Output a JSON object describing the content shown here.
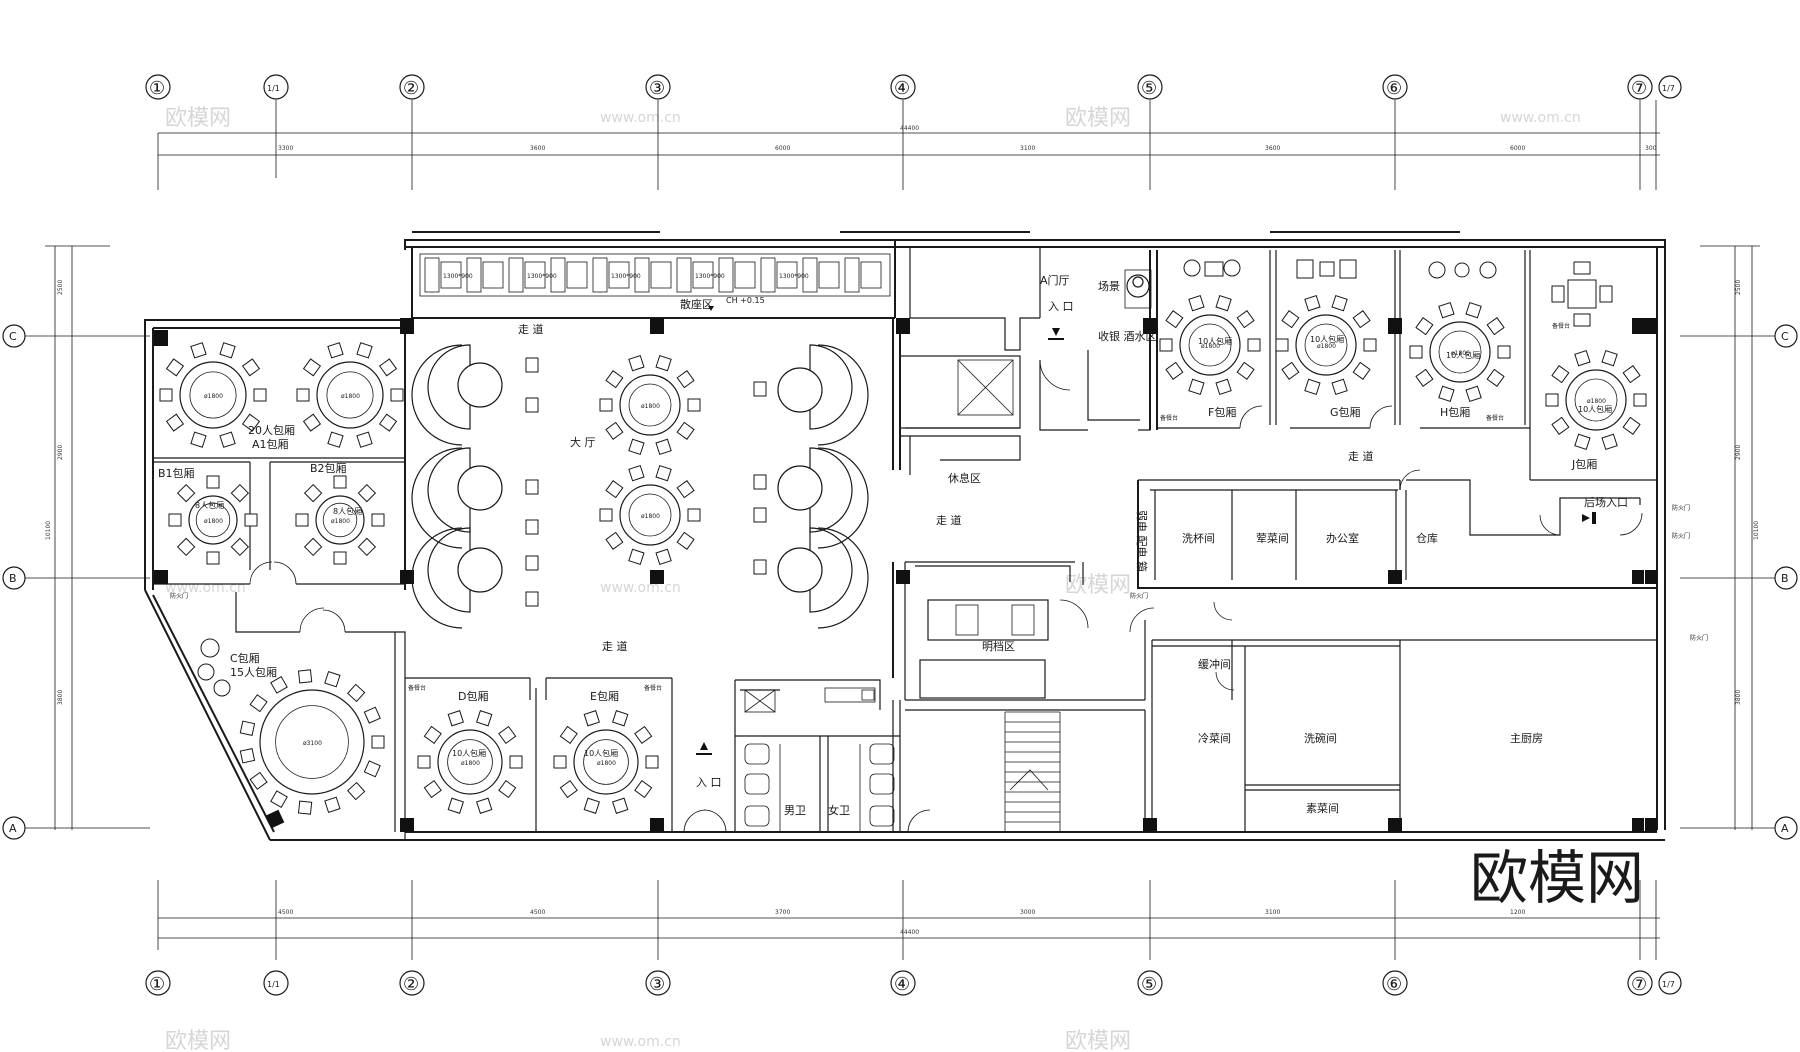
{
  "grid": {
    "columns": [
      "①",
      "1/1",
      "②",
      "③",
      "④",
      "⑤",
      "⑥",
      "⑦",
      "1/7"
    ],
    "rows": [
      "C",
      "B",
      "A"
    ]
  },
  "dimensions": {
    "top_total": "44400",
    "top_spans": [
      "3300",
      "3600",
      "6000",
      "3100",
      "3600",
      "6000",
      "300"
    ],
    "bottom_total": "44400",
    "bottom_spans": [
      "4500",
      "4500",
      "3700",
      "3000",
      "3100",
      "1200"
    ],
    "left_spans": [
      "2500",
      "2900",
      "3800"
    ],
    "left_total": "10100",
    "right_spans": [
      "2500",
      "2900",
      "3800"
    ],
    "right_total": "10100"
  },
  "rooms": {
    "a1": "20人包厢",
    "a1_sub": "A1包厢",
    "b1": "B1包厢",
    "b1_cap": "8人包厢",
    "b2": "B2包厢",
    "b2_cap": "8人包厢",
    "c": "C包厢",
    "c_cap": "15人包厢",
    "d": "D包厢",
    "d_cap": "10人包厢",
    "e": "E包厢",
    "e_cap": "10人包厢",
    "f": "F包厢",
    "f_cap": "10人包厢",
    "g": "G包厢",
    "g_cap": "10人包厢",
    "h": "H包厢",
    "h_cap": "10人包厢",
    "j": "J包厢",
    "j_cap": "10人包厢",
    "hall": "大 厅",
    "booth": "散座区",
    "corridor": "走 道",
    "lobby_a": "A门厅",
    "entrance": "入 口",
    "scene": "场景",
    "cashier": "收银 酒水区",
    "rest": "休息区",
    "elec": "弱电 配电 箱",
    "cup_wash": "洗杯间",
    "veg_room": "荤菜间",
    "office": "办公室",
    "store": "仓库",
    "back_entrance": "后场入口",
    "open_kitchen": "明档区",
    "buffer": "缓冲间",
    "cold": "冷菜间",
    "dish_wash": "洗碗间",
    "main_kitchen": "主厨房",
    "veg2": "素菜间",
    "male_wc": "男卫",
    "female_wc": "女卫",
    "fire_door": "防火门",
    "side_table": "备餐台",
    "ch_level": "CH +0.15"
  },
  "tables": {
    "d1800": "ø1800",
    "d3100": "ø3100",
    "booth_size": "1300*900"
  },
  "watermark": {
    "brand": "欧模网",
    "url": "www.om.cn"
  }
}
